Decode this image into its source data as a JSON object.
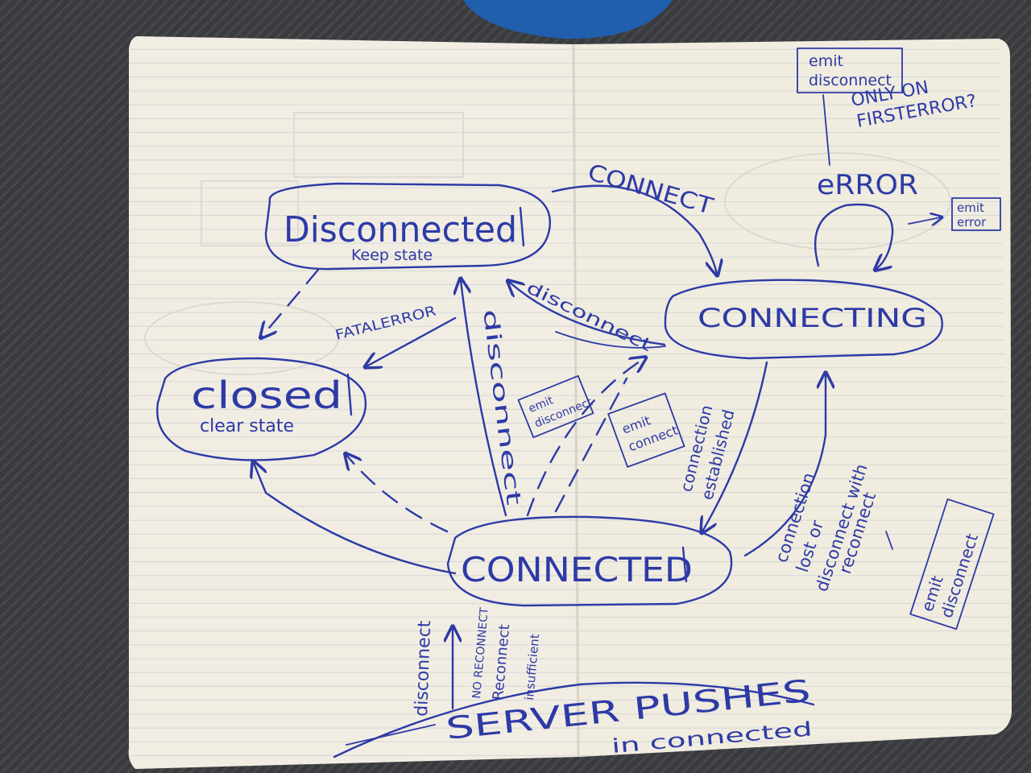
{
  "colors": {
    "background": "#3c3d40",
    "paper": "#f1ede3",
    "ink": "#2d3aa6",
    "rule": "#c9cdd3",
    "cover": "#1f5fae"
  },
  "nodes": {
    "disconnected": {
      "title": "Disconnected",
      "subtitle": "Keep state"
    },
    "closed": {
      "title": "closed",
      "subtitle": "clear state"
    },
    "connecting": {
      "title": "CONNECTING"
    },
    "connected": {
      "title": "CONNECTED"
    },
    "error": {
      "title": "eRROR"
    }
  },
  "edges": {
    "connect": "CONNECT",
    "disconnect_from_connecting": "disconnect",
    "fatal_error": "FATALERROR",
    "disconnect_from_connected": "disconnect",
    "connection_established_1": "connection",
    "connection_established_2": "established",
    "connection_lost_1": "connection",
    "connection_lost_2": "lost or",
    "connection_lost_3": "disconnect with",
    "connection_lost_4": "reconnect",
    "server_disconnect": "disconnect",
    "no_reconnect_1": "NO RECONNECT",
    "no_reconnect_2": "Reconnect",
    "no_reconnect_3": "insufficient"
  },
  "notes": {
    "emit_disconnect_top_1": "emit",
    "emit_disconnect_top_2": "disconnect",
    "only_on_first_error_1": "ONLY ON",
    "only_on_first_error_2": "FIRSTERROR?",
    "emit_error_1": "emit",
    "emit_error_2": "error",
    "emit_disconnect_mid_1": "emit",
    "emit_disconnect_mid_2": "disconnect",
    "emit_connect_1": "emit",
    "emit_connect_2": "connect",
    "emit_disconnect_right_1": "emit",
    "emit_disconnect_right_2": "disconnect",
    "server_pushes_1": "SERVER PUSHES",
    "server_pushes_2": "in connected"
  }
}
